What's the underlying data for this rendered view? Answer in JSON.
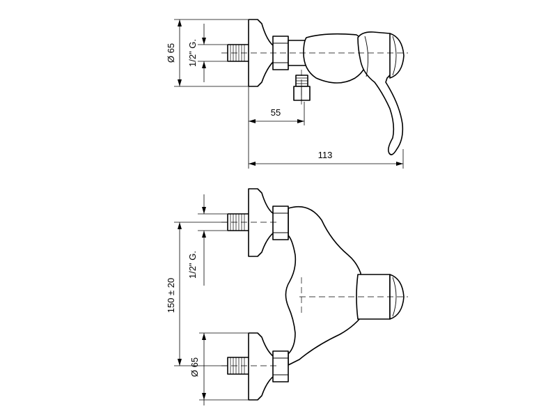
{
  "labels": {
    "top_diameter": "Ø 65",
    "top_thread": "1/2\" G.",
    "top_outlet_offset": "55",
    "top_total_length": "113",
    "bottom_center_distance": "150 ± 20",
    "bottom_thread": "1/2\" G.",
    "bottom_diameter": "Ø 65"
  },
  "colors": {
    "line": "#000000",
    "background": "#ffffff"
  }
}
